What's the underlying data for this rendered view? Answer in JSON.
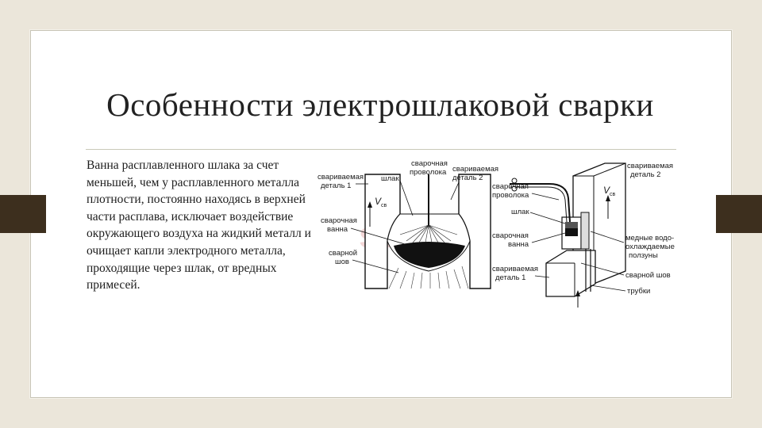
{
  "slide": {
    "title": "Особенности электрошлаковой сварки",
    "body": "Ванна расплавленного шлака за счет меньшей, чем у расплавленного металла плотности, постоянно находясь в верхней части расплава, исключает воздействие окружающего воздуха на жидкий металл и очищает капли электродного металла, проходящие через шлак, от вредных примесей."
  },
  "figure": {
    "watermark": "sva",
    "left": {
      "part1_line1": "свариваемая",
      "part1_line2": "деталь 1",
      "slag": "шлак",
      "wire_line1": "сварочная",
      "wire_line2": "проволока",
      "part2_line1": "свариваемая",
      "part2_line2": "деталь 2",
      "speed_main": "V",
      "speed_sub": "св",
      "pool_line1": "сварочная",
      "pool_line2": "ванна",
      "seam_line1": "сварной",
      "seam_line2": "шов"
    },
    "right": {
      "part2_line1": "свариваемая",
      "part2_line2": "деталь 2",
      "speed_main": "V",
      "speed_sub": "св",
      "wire_line1": "сварочная",
      "wire_line2": "проволока",
      "slag": "шлак",
      "pool_line1": "сварочная",
      "pool_line2": "ванна",
      "part1_line1": "свариваемая",
      "part1_line2": "деталь 1",
      "sliders_line1": "медные водо-",
      "sliders_line2": "охлаждаемые",
      "sliders_line3": "ползуны",
      "seam": "сварной шов",
      "tubes": "трубки"
    }
  }
}
